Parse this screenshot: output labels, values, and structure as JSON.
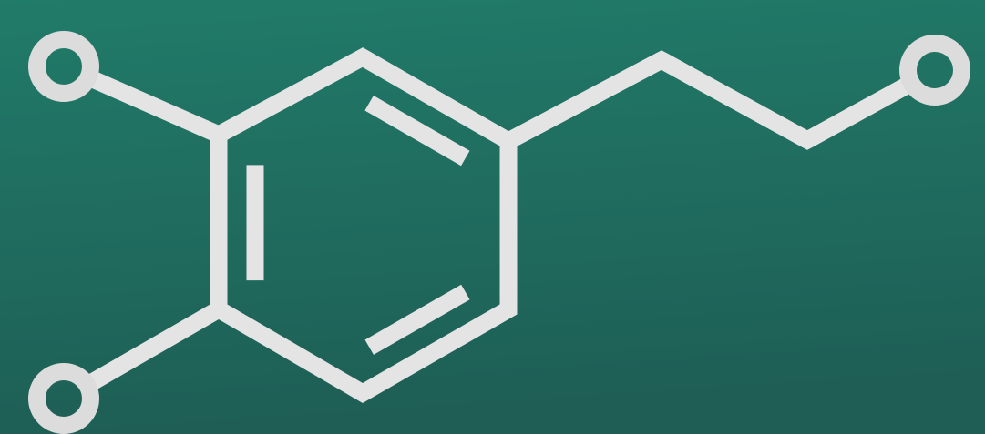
{
  "diagram": {
    "type": "skeletal-structural-formula",
    "colors": {
      "background_top": "#217b69",
      "background_bottom": "#1e5e55",
      "bond": "#e4e4e4",
      "bond_shade": "#cfcfcf",
      "atom_ring": "#dcdcdc"
    },
    "atoms": [
      {
        "id": "ring-c1",
        "element": "C",
        "label": ""
      },
      {
        "id": "ring-c2",
        "element": "C",
        "label": ""
      },
      {
        "id": "ring-c3",
        "element": "C",
        "label": ""
      },
      {
        "id": "ring-c4",
        "element": "C",
        "label": ""
      },
      {
        "id": "ring-c5",
        "element": "C",
        "label": ""
      },
      {
        "id": "ring-c6",
        "element": "C",
        "label": ""
      },
      {
        "id": "chain-c7",
        "element": "C",
        "label": ""
      },
      {
        "id": "chain-c8",
        "element": "C",
        "label": ""
      },
      {
        "id": "oxygen-1",
        "element": "O",
        "label": ""
      },
      {
        "id": "oxygen-2",
        "element": "O",
        "label": ""
      },
      {
        "id": "oxygen-3",
        "element": "O",
        "label": ""
      }
    ],
    "bonds": [
      {
        "from": "ring-c1",
        "to": "ring-c2",
        "order": 1
      },
      {
        "from": "ring-c2",
        "to": "ring-c3",
        "order": 2
      },
      {
        "from": "ring-c3",
        "to": "ring-c4",
        "order": 1
      },
      {
        "from": "ring-c4",
        "to": "ring-c5",
        "order": 2
      },
      {
        "from": "ring-c5",
        "to": "ring-c6",
        "order": 1
      },
      {
        "from": "ring-c6",
        "to": "ring-c1",
        "order": 2
      },
      {
        "from": "ring-c3",
        "to": "chain-c7",
        "order": 1
      },
      {
        "from": "chain-c7",
        "to": "chain-c8",
        "order": 1
      },
      {
        "from": "chain-c8",
        "to": "oxygen-3",
        "order": 1
      },
      {
        "from": "ring-c1",
        "to": "oxygen-1",
        "order": 1
      },
      {
        "from": "ring-c6",
        "to": "oxygen-2",
        "order": 1
      }
    ]
  }
}
